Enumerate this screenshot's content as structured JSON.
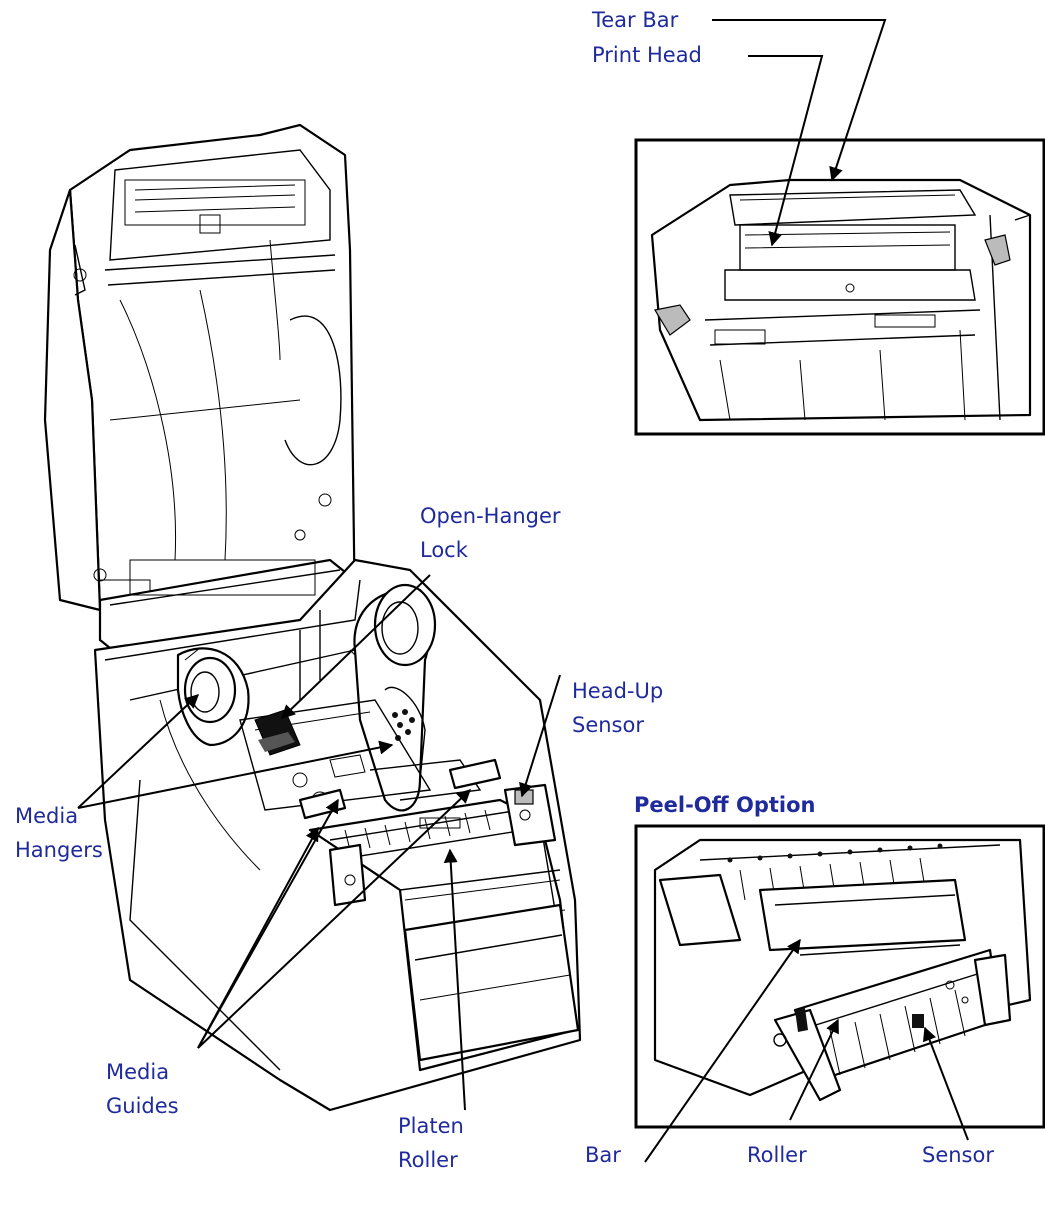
{
  "labels": {
    "tear_bar": "Tear Bar",
    "print_head": "Print Head",
    "open_hanger_lock_1": "Open-Hanger",
    "open_hanger_lock_2": "Lock",
    "head_up_sensor_1": "Head-Up",
    "head_up_sensor_2": "Sensor",
    "media_hangers_1": "Media",
    "media_hangers_2": "Hangers",
    "media_guides_1": "Media",
    "media_guides_2": "Guides",
    "platen_roller_1": "Platen",
    "platen_roller_2": "Roller",
    "peel_off_option": "Peel-Off Option",
    "bar": "Bar",
    "roller": "Roller",
    "sensor": "Sensor"
  }
}
